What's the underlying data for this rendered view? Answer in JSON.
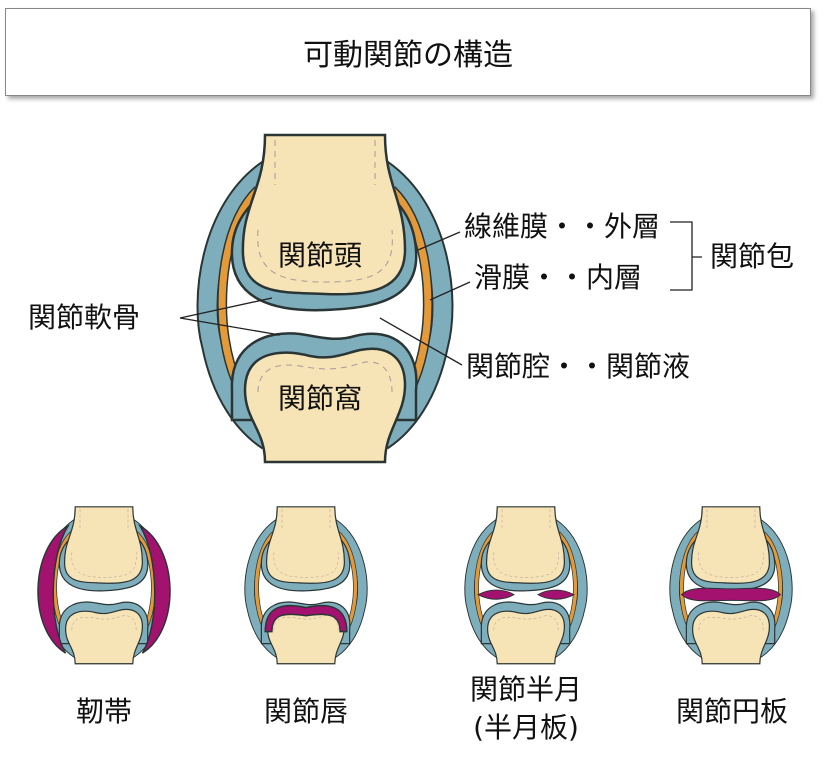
{
  "title": "可動関節の構造",
  "labels": {
    "head": "関節頭",
    "socket": "関節窩",
    "cartilage": "関節軟骨",
    "fibrous": "線維膜・・外層",
    "synovial": "滑膜・・内層",
    "capsule": "関節包",
    "cavity": "関節腔・・関節液"
  },
  "variants": [
    {
      "label": "靭帯"
    },
    {
      "label": "関節唇"
    },
    {
      "label": "関節半月",
      "sub": "(半月板)"
    },
    {
      "label": "関節円板"
    }
  ],
  "colors": {
    "bone": "#f6e3b6",
    "cartilage": "#7eaebc",
    "orange": "#e59a3a",
    "magenta": "#a3126f",
    "outline": "#2a3535"
  }
}
